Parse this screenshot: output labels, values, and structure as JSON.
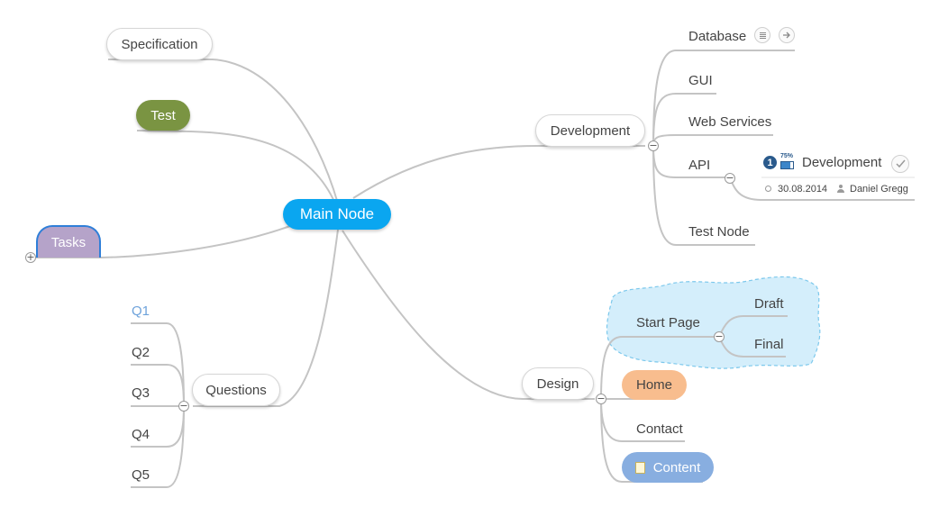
{
  "central": {
    "label": "Main Node",
    "color": "#0aa6f0"
  },
  "left_nodes": {
    "specification": "Specification",
    "test": "Test",
    "tasks": "Tasks",
    "questions": "Questions",
    "q_items": [
      "Q1",
      "Q2",
      "Q3",
      "Q4",
      "Q5"
    ]
  },
  "development": {
    "label": "Development",
    "children": {
      "database": "Database",
      "gui": "GUI",
      "web_services": "Web Services",
      "api": "API",
      "test_node": "Test Node"
    },
    "task": {
      "priority": "1",
      "progress": "75%",
      "label": "Development",
      "date": "30.08.2014",
      "assignee": "Daniel Gregg"
    }
  },
  "design": {
    "label": "Design",
    "start_page": "Start Page",
    "draft": "Draft",
    "final": "Final",
    "home": "Home",
    "contact": "Contact",
    "content": "Content"
  },
  "colors": {
    "connector": "#c4c4c4",
    "test_node": "#7a9442",
    "tasks_node": "#b5a3c9",
    "tasks_border": "#2f7fd8",
    "home_node": "#f8bd8e",
    "content_node": "#88aee0",
    "boundary_fill": "#d4eefb",
    "boundary_stroke": "#7cc8ec",
    "q1_text": "#6ea3db"
  },
  "icons": {
    "collapse": "minus-icon",
    "expand": "plus-icon",
    "database_notes": "notes-icon",
    "database_link": "arrow-link-icon",
    "task_done": "checkmark-icon",
    "date": "clock-icon",
    "assignee": "person-icon",
    "content_note": "note-icon"
  }
}
